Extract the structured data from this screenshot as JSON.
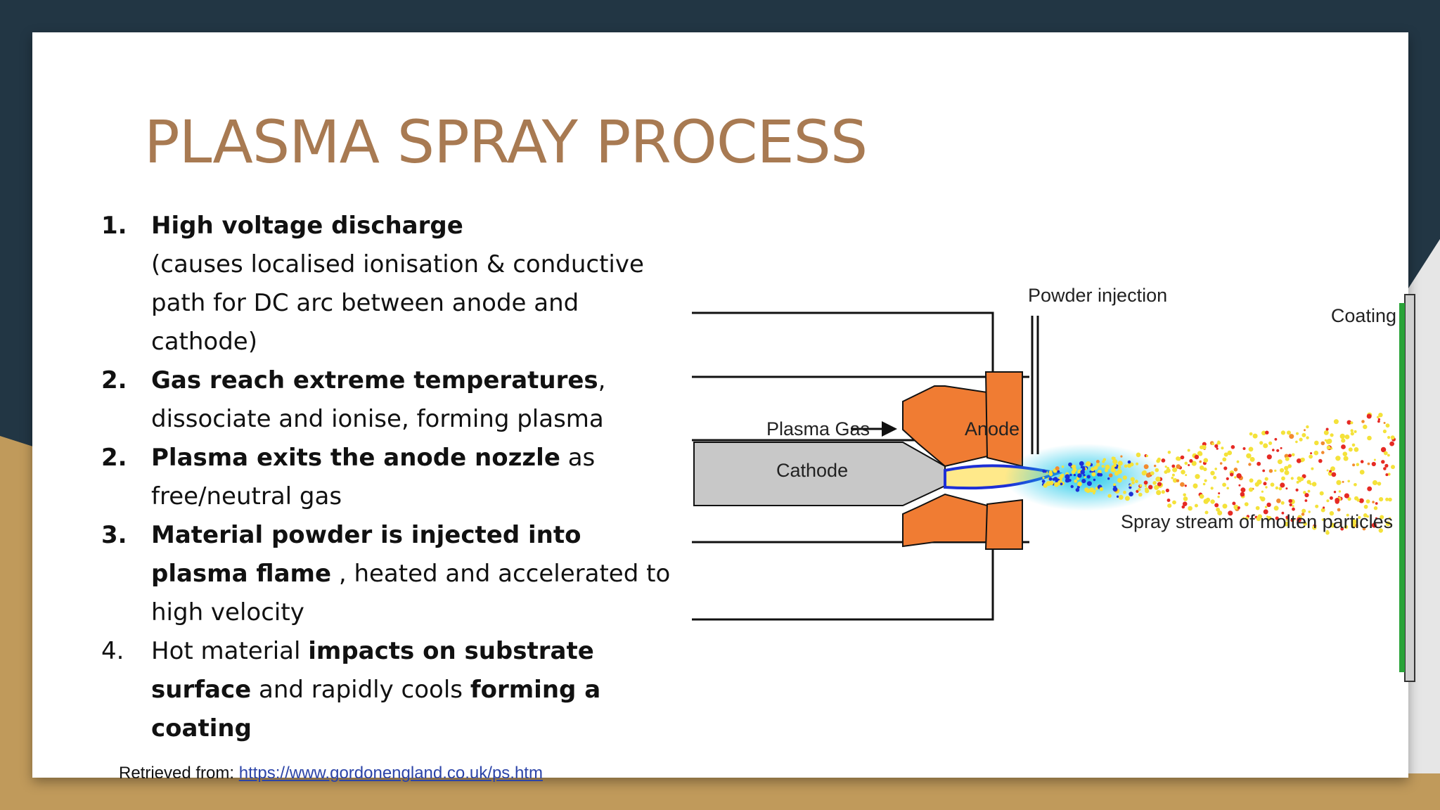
{
  "colors": {
    "title": "#a87a52",
    "background_dark": "#223644",
    "background_gold": "#c09a5b",
    "slide": "#ffffff",
    "electrode_orange": "#f07c33",
    "cathode_gray": "#c8c8c8",
    "coating_green": "#29a338",
    "plasma_cyan": "#16c6e8"
  },
  "slide": {
    "title": "PLASMA SPRAY PROCESS",
    "steps": [
      {
        "number": "1.",
        "number_bold": true,
        "segments": [
          {
            "text": "High voltage discharge",
            "bold": true
          },
          {
            "text": "(causes localised ionisation & conductive path for DC arc between anode and cathode)",
            "bold": false,
            "newline_before": true
          }
        ]
      },
      {
        "number": "2.",
        "number_bold": true,
        "segments": [
          {
            "text": "Gas reach extreme temperatures",
            "bold": true
          },
          {
            "text": ", dissociate and ionise, forming plasma",
            "bold": false
          }
        ]
      },
      {
        "number": "2.",
        "number_bold": true,
        "segments": [
          {
            "text": "Plasma exits the anode nozzle",
            "bold": true
          },
          {
            "text": " as free/neutral gas",
            "bold": false
          }
        ]
      },
      {
        "number": "3.",
        "number_bold": true,
        "segments": [
          {
            "text": "Material powder is injected into plasma flame",
            "bold": true
          },
          {
            "text": " , heated and accelerated to high velocity",
            "bold": false
          }
        ]
      },
      {
        "number": "4.",
        "number_bold": false,
        "segments": [
          {
            "text": "Hot material ",
            "bold": false
          },
          {
            "text": "impacts on substrate surface",
            "bold": true
          },
          {
            "text": " and rapidly cools ",
            "bold": false
          },
          {
            "text": "forming a coating",
            "bold": true
          }
        ]
      }
    ],
    "source_label": "Retrieved from: ",
    "source_link": "https://www.gordonengland.co.uk/ps.htm"
  },
  "diagram": {
    "labels": {
      "powder_injection": "Powder injection",
      "coating": "Coating",
      "plasma_gas": "Plasma Gas",
      "anode": "Anode",
      "cathode": "Cathode",
      "spray_stream": "Spray stream of molten particles"
    }
  }
}
